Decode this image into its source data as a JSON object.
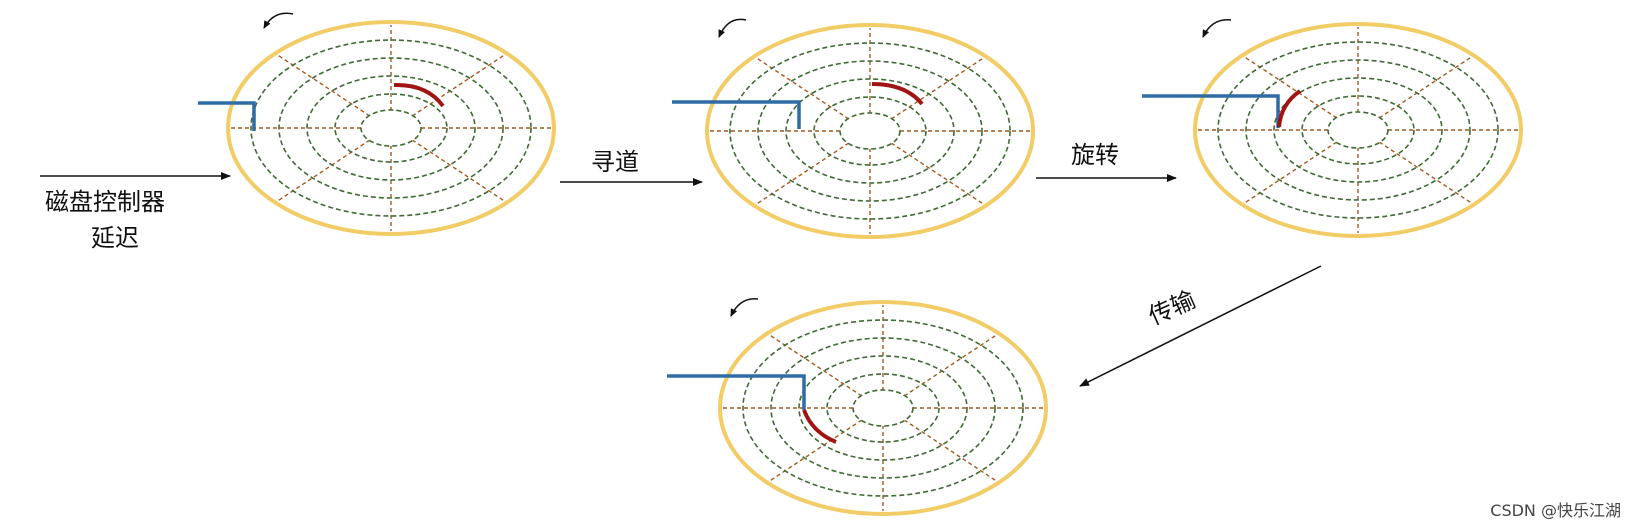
{
  "labels": {
    "controller_delay_line1": "磁盘控制器",
    "controller_delay_line2": "延迟",
    "seek": "寻道",
    "rotate": "旋转",
    "transfer": "传输"
  },
  "watermark": "CSDN @快乐江湖",
  "colors": {
    "platter_edge": "#f2cc66",
    "track": "#3f6b34",
    "sector_line": "#a35a1f",
    "arm": "#2e6ca6",
    "data_arc": "#a01414",
    "arrow": "#111111"
  },
  "icons": [
    "rotation-direction-icon",
    "arrow-icon",
    "read-write-arm-icon"
  ]
}
